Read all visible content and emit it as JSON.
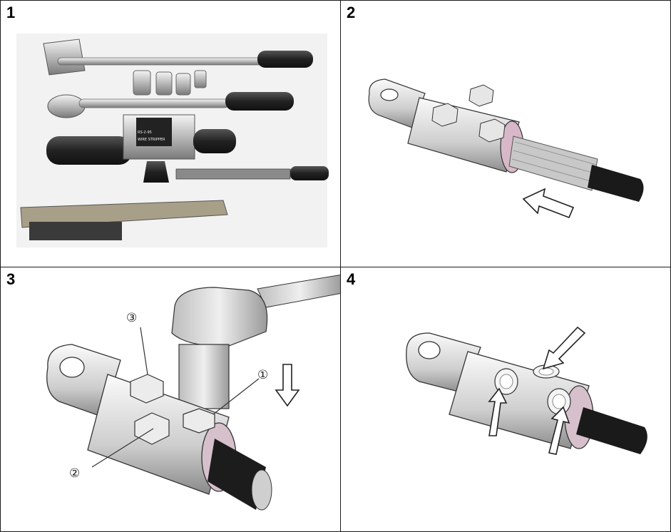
{
  "panels": [
    {
      "number": "1",
      "icon": "tools-photo-icon"
    },
    {
      "number": "2",
      "icon": "cable-insertion-icon"
    },
    {
      "number": "3",
      "icon": "bolt-tightening-icon"
    },
    {
      "number": "4",
      "icon": "bolts-sheared-icon"
    }
  ],
  "panel1": {
    "stripper_label_top": "WIRE STRIPPER",
    "stripper_label_small": "RS-2-95"
  },
  "panel3": {
    "callout_1": "①",
    "callout_2": "②",
    "callout_3": "③"
  }
}
